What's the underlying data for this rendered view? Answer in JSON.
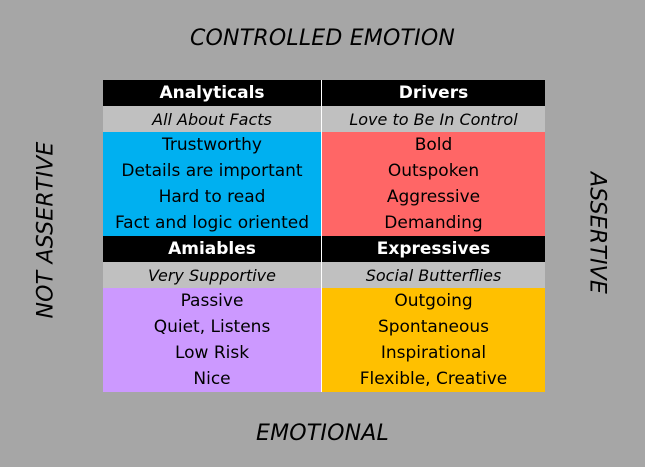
{
  "axes": {
    "top": "CONTROLLED EMOTION",
    "bottom": "EMOTIONAL",
    "left": "NOT ASSERTIVE",
    "right": "ASSERTIVE"
  },
  "colors": {
    "background": "#a6a6a6",
    "header": "#000000",
    "subheader": "#c0c0c0",
    "analyticals": "#00b0f0",
    "drivers": "#ff6666",
    "amiables": "#cc99ff",
    "expressives": "#ffc000"
  },
  "quadrants": {
    "analyticals": {
      "title": "Analyticals",
      "subtitle": "All About Facts",
      "traits": [
        "Trustworthy",
        "Details are important",
        "Hard to read",
        "Fact and logic oriented"
      ]
    },
    "drivers": {
      "title": "Drivers",
      "subtitle": "Love to Be In Control",
      "traits": [
        "Bold",
        "Outspoken",
        "Aggressive",
        "Demanding"
      ]
    },
    "amiables": {
      "title": "Amiables",
      "subtitle": "Very Supportive",
      "traits": [
        "Passive",
        "Quiet, Listens",
        "Low Risk",
        "Nice"
      ]
    },
    "expressives": {
      "title": "Expressives",
      "subtitle": "Social Butterflies",
      "traits": [
        "Outgoing",
        "Spontaneous",
        "Inspirational",
        "Flexible, Creative"
      ]
    }
  }
}
